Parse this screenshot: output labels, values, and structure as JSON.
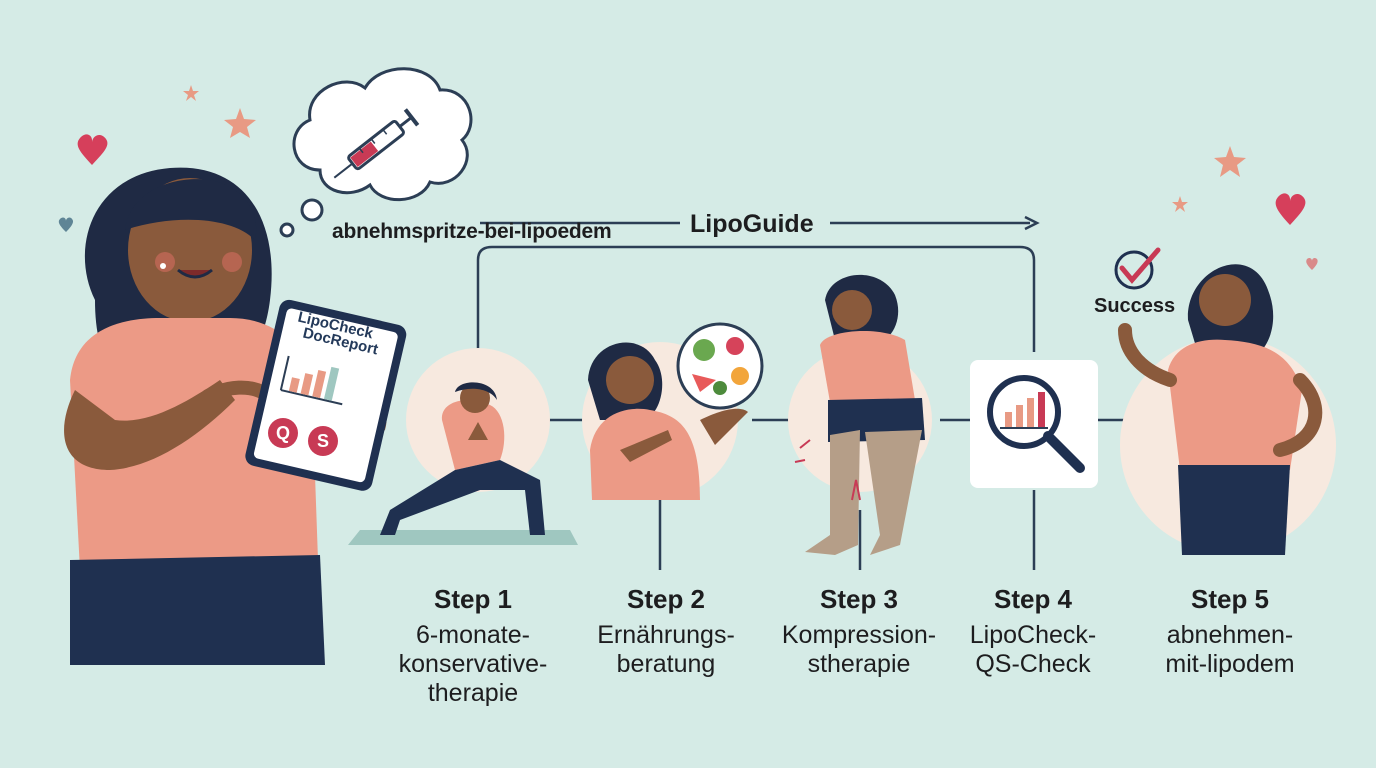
{
  "thought_text": "abnehmspritze-bei-lipoedem",
  "brand": "LipoGuide",
  "success_label": "Success",
  "tablet": {
    "title_line1": "LipoCheck",
    "title_line2": "DocReport",
    "badges": [
      "Q",
      "S"
    ]
  },
  "steps": [
    {
      "title": "Step 1",
      "text": "6-monate-\nkonservative-\ntherapie"
    },
    {
      "title": "Step 2",
      "text": "Ernährungs-\nberatung"
    },
    {
      "title": "Step 3",
      "text": "Kompression-\nstherapie"
    },
    {
      "title": "Step 4",
      "text": "LipoCheck-\nQS-Check"
    },
    {
      "title": "Step 5",
      "text": "abnehmen-\nmit-lipodem"
    }
  ],
  "colors": {
    "background": "#d5ebe6",
    "line": "#2c3e55",
    "shirt": "#ec9a86",
    "pants": "#1f3050",
    "accent_red": "#c83a55",
    "circle": "#f7e9df"
  },
  "icons": [
    "syringe-icon",
    "heart-icon",
    "star-icon",
    "checkmark-icon",
    "magnifier-chart-icon",
    "veggie-plate-icon"
  ]
}
